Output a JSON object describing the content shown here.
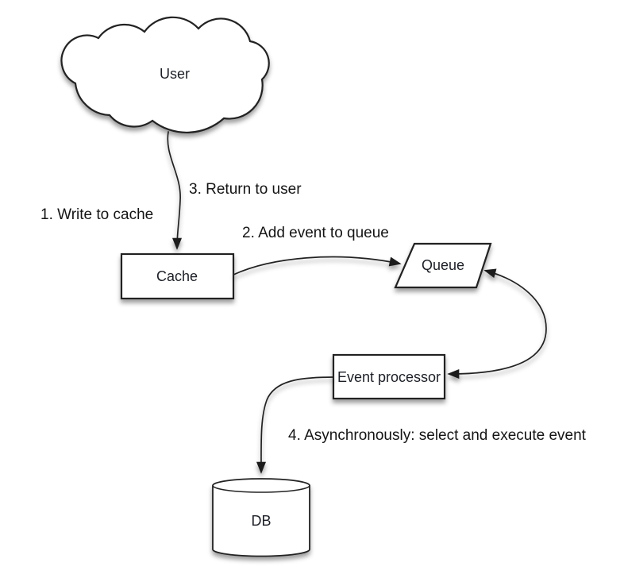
{
  "diagram": {
    "background": "#ffffff",
    "stroke_color": "#242424",
    "text_color": "#1c1f26",
    "nodes": [
      {
        "id": "user",
        "label": "User",
        "shape": "cloud"
      },
      {
        "id": "cache",
        "label": "Cache",
        "shape": "rectangle"
      },
      {
        "id": "queue",
        "label": "Queue",
        "shape": "parallelogram"
      },
      {
        "id": "event-processor",
        "label": "Event processor",
        "shape": "rectangle"
      },
      {
        "id": "db",
        "label": "DB",
        "shape": "cylinder"
      }
    ],
    "annotations": [
      {
        "id": "step-1",
        "text": "1. Write to cache"
      },
      {
        "id": "step-2",
        "text": "2. Add event to queue"
      },
      {
        "id": "step-3",
        "text": "3. Return to user"
      },
      {
        "id": "step-4",
        "text": "4. Asynchronously: select and execute event"
      }
    ],
    "edges": [
      {
        "from": "user",
        "to": "cache",
        "arrow": "one-way"
      },
      {
        "from": "cache",
        "to": "queue",
        "arrow": "one-way"
      },
      {
        "from": "queue",
        "to": "event-processor",
        "arrow": "two-way"
      },
      {
        "from": "event-processor",
        "to": "db",
        "arrow": "one-way"
      }
    ]
  }
}
